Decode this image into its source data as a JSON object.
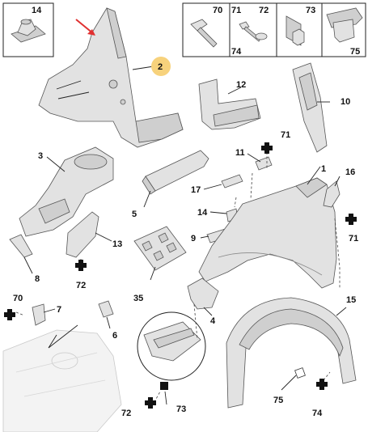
{
  "callouts": {
    "c14": "14",
    "c70a": "70",
    "c71a": "71",
    "c72a": "72",
    "c74a": "74",
    "c73a": "73",
    "c75a": "75",
    "c2": "2",
    "c12": "12",
    "c10": "10",
    "c3": "3",
    "c11": "11",
    "c71b": "71",
    "c1": "1",
    "c16": "16",
    "c17": "17",
    "c5": "5",
    "c14b": "14",
    "c71c": "71",
    "c9": "9",
    "c13": "13",
    "c8": "8",
    "c72b": "72",
    "c35": "35",
    "c70b": "70",
    "c7": "7",
    "c6": "6",
    "c4": "4",
    "c15": "15",
    "c73b": "73",
    "c72c": "72",
    "c75b": "75",
    "c74b": "74"
  },
  "colors": {
    "highlight": "#f7d27c",
    "arrow": "#e03030",
    "fastener": "#111111"
  },
  "icons": {
    "fastener_marker": "cross-mark-icon",
    "direction_arrow": "red-arrow-icon"
  }
}
